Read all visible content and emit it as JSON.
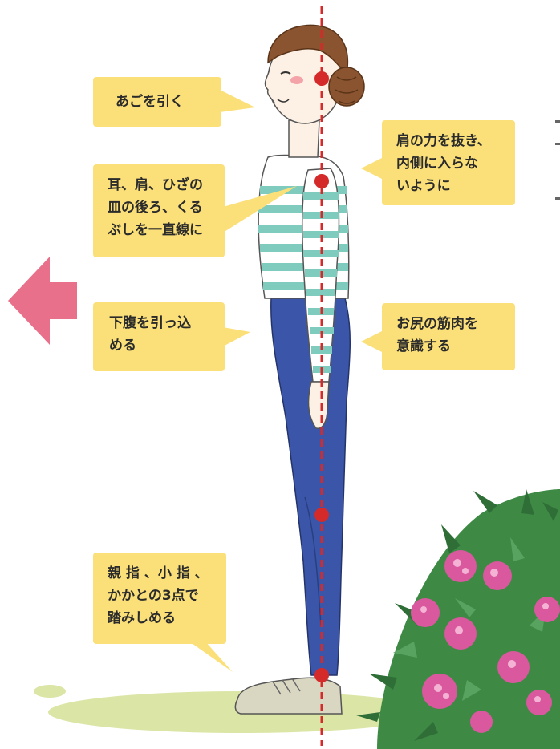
{
  "callouts": {
    "chin": "あごを引く",
    "ear_shoulder_knee": "耳、肩、ひざの\n皿の後ろ、くる\nぶしを一直線に",
    "belly": "下腹を引っ込\nめる",
    "feet": "親 指 、小 指 、\nかかとの3点で\n踏みしめる",
    "shoulder": "肩の力を抜き、\n内側に入らな\nいように",
    "hips": "お尻の筋肉を\n意識する"
  },
  "colors": {
    "callout_bg": "#fbe07a",
    "alignment_line": "#d42a2a",
    "arrow": "#e8708a",
    "shirt_stripe": "#7fcbbd",
    "jeans": "#3b56a8",
    "grass": "#d8e3a0",
    "flower": "#d9589e",
    "leaf": "#3e8a45"
  },
  "icons": {
    "arrow": "left-arrow-icon"
  }
}
